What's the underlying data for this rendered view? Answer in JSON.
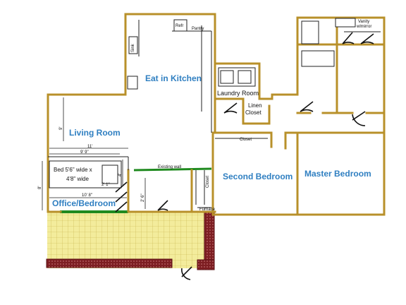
{
  "rooms": {
    "eat_in_kitchen": "Eat in Kitchen",
    "living_room": "Living Room",
    "laundry_room": "Laundry Room",
    "second_bedroom": "Second Bedroom",
    "master_bedroom": "Master Bedroom",
    "office_bedroom": "Office/Bedroom"
  },
  "fixtures": {
    "refr": "Refr",
    "pantry": "Pantry",
    "sink": "Sink",
    "linen": "Linen",
    "closet": "Closet",
    "closet2": "Closet",
    "closet3": "Closet",
    "furnace": "Furnace",
    "vanity": "Vanity",
    "vanity_sub": "wlmirror",
    "existing_wall": "Existing wall"
  },
  "dimensions": {
    "living_9": "9'",
    "living_11": "11'",
    "living_9_9": "9' 9\"",
    "office_8": "8'",
    "office_10_8": "10' 8\"",
    "office_2_1": "2' 1\"",
    "office_4": "4'",
    "hall_2_6": "2' 6\"",
    "bed_line1": "Bed 5'6\" wide x",
    "bed_line2": "4'8\" wide"
  },
  "colors": {
    "wall": "#b8902a",
    "room_text": "#2f7fc1",
    "deck_fill": "#f3ec9c",
    "deck_grid": "#c8b34a",
    "planter": "#7d1e22",
    "existing_wall": "#1f8a1f",
    "window": "#7fd3cf"
  }
}
